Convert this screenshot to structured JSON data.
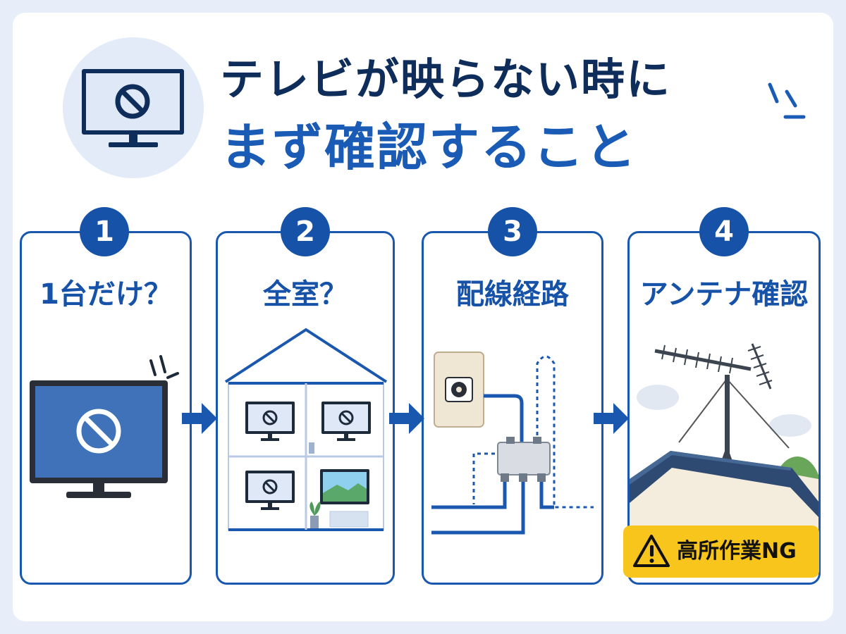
{
  "title": {
    "line1": "テレビが映らない時に",
    "line2": "まず確認すること"
  },
  "steps": [
    {
      "number": "1",
      "label": "1台だけ？"
    },
    {
      "number": "2",
      "label": "全室？"
    },
    {
      "number": "3",
      "label": "配線経路"
    },
    {
      "number": "4",
      "label": "アンテナ確認"
    }
  ],
  "warning": {
    "text": "高所作業NG",
    "icon": "warning-triangle-icon"
  },
  "colors": {
    "primary": "#1552a8",
    "dark_navy": "#0f2d5a",
    "background": "#e7eef9",
    "warning_yellow": "#f7c51b"
  }
}
